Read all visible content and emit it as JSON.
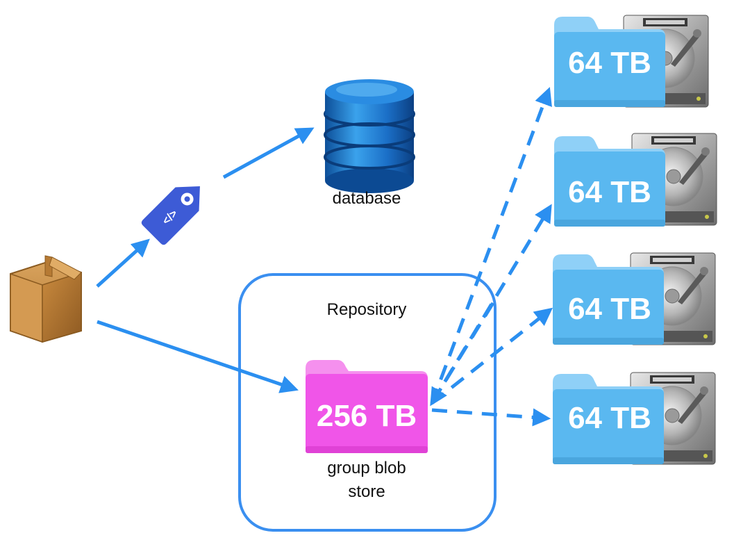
{
  "database": {
    "label": "database"
  },
  "repository": {
    "title": "Repository"
  },
  "group_store": {
    "capacity": "256 TB",
    "label_line1": "group blob",
    "label_line2": "store"
  },
  "member_stores": [
    {
      "capacity": "64 TB"
    },
    {
      "capacity": "64 TB"
    },
    {
      "capacity": "64 TB"
    },
    {
      "capacity": "64 TB"
    }
  ],
  "colors": {
    "arrow": "#2b8ff0",
    "repository_border": "#3a8ff0",
    "member_folder": "#5ab8f0",
    "group_folder": "#f055e8",
    "database": "#1a73c9",
    "tag": "#3d5bd6",
    "package": "#c98a3e"
  },
  "icons": [
    "package-icon",
    "code-tag-icon",
    "database-icon",
    "folder-icon",
    "hard-drive-icon"
  ]
}
